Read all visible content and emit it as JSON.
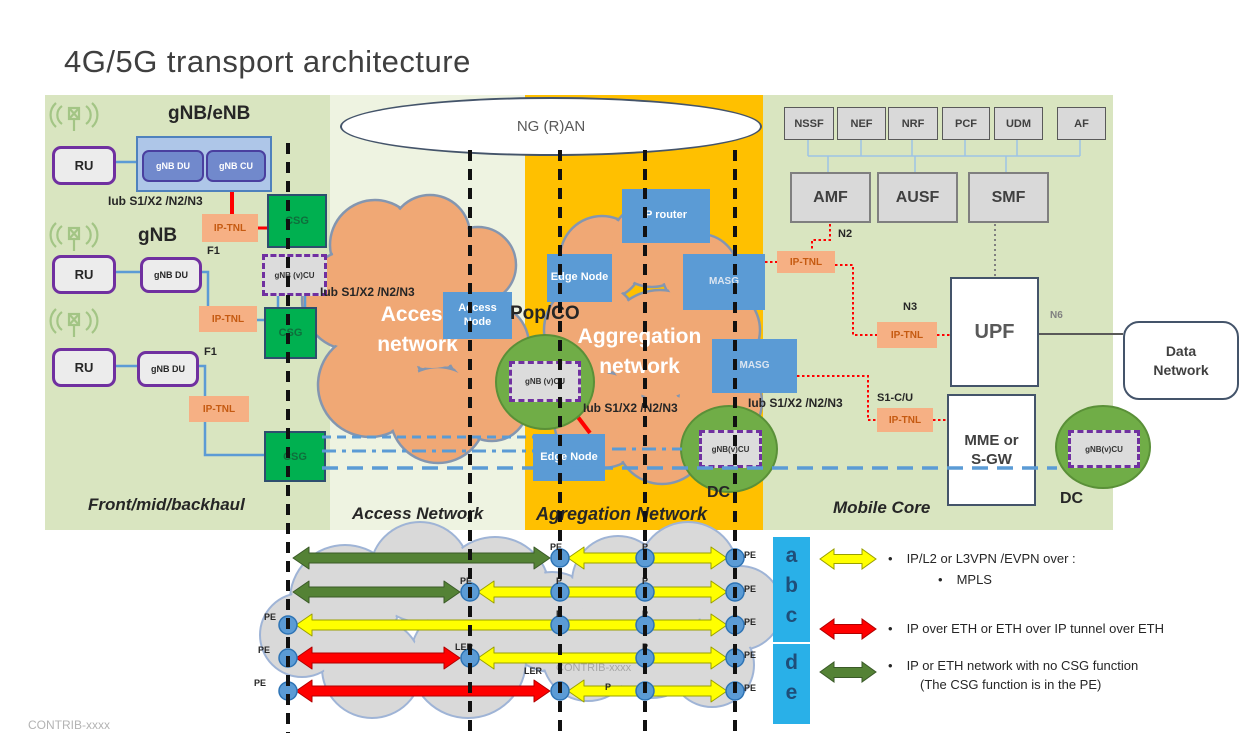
{
  "title": "4G/5G transport architecture",
  "watermark": "CONTRIB-xxxx",
  "colors": {
    "panel_green": "#d9e5c0",
    "panel_access": "#eef3e1",
    "panel_orange": "#ffc000",
    "node_blue": "#5b9bd5",
    "csg_green": "#00b050",
    "dc_circle_green": "#70ad47",
    "purple": "#7030a0",
    "arrow_yellow": "#ffff00",
    "arrow_red": "#ff0000",
    "arrow_green": "#548235",
    "ip_tnl_peach": "#f6b084",
    "track_box_blue": "#29b0e8"
  },
  "regions": {
    "fronthaul_label": "Front/mid/backhaul",
    "access_label": "Access Network",
    "aggregation_label": "Agregation Network",
    "mobile_core_label": "Mobile Core",
    "dc_label": "DC"
  },
  "ran": {
    "ellipse_label": "NG (R)AN",
    "gnb_enb_label": "gNB/eNB",
    "gnb_label": "gNB",
    "ru": "RU",
    "gnb_du": "gNB DU",
    "gnb_cu": "gNB CU",
    "gnb_vcu_spaced": "gNB (v)CU",
    "gnb_vcu": "gNB(v)CU",
    "f1": "F1",
    "iub": "Iub S1/X2 /N2/N3",
    "ip_tnl": "IP-TNL",
    "csg": "CSG"
  },
  "transport": {
    "access_cloud": "Access network",
    "aggregation_cloud": "Aggregation network",
    "access_node": "Access Node",
    "edge_node": "Edge Node",
    "p_router": "P router",
    "masg": "MASG",
    "pop_co": "Pop/CO"
  },
  "core": {
    "nf_boxes": [
      "NSSF",
      "NEF",
      "NRF",
      "PCF",
      "UDM",
      "AF"
    ],
    "amf": "AMF",
    "ausf": "AUSF",
    "smf": "SMF",
    "upf": "UPF",
    "mme": "MME or S-GW",
    "data_network": "Data Network",
    "n2": "N2",
    "n3": "N3",
    "n6": "N6",
    "s1cu": "S1-C/U"
  },
  "bottom": {
    "tracks": [
      "a",
      "b",
      "c",
      "d",
      "e"
    ],
    "pe": "PE",
    "p": "P",
    "ler": "LER",
    "legend": [
      {
        "color": "#ffff00",
        "line1": "IP/L2 or L3VPN /EVPN over :",
        "line2": "MPLS"
      },
      {
        "color": "#ff0000",
        "line1": "IP over ETH or ETH over IP tunnel over ETH",
        "line2": ""
      },
      {
        "color": "#548235",
        "line1": "IP or ETH network with no CSG function",
        "line2": "(The CSG function is in the PE)"
      }
    ]
  }
}
